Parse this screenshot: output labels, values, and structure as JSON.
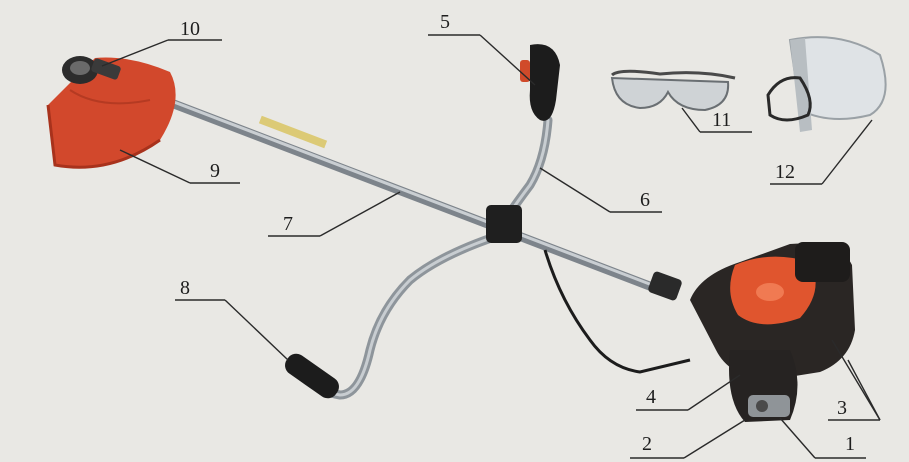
{
  "callouts": [
    {
      "id": "1",
      "label": "1"
    },
    {
      "id": "2",
      "label": "2"
    },
    {
      "id": "3",
      "label": "3"
    },
    {
      "id": "4",
      "label": "4"
    },
    {
      "id": "5",
      "label": "5"
    },
    {
      "id": "6",
      "label": "6"
    },
    {
      "id": "7",
      "label": "7"
    },
    {
      "id": "8",
      "label": "8"
    },
    {
      "id": "9",
      "label": "9"
    },
    {
      "id": "10",
      "label": "10"
    },
    {
      "id": "11",
      "label": "11"
    },
    {
      "id": "12",
      "label": "12"
    }
  ],
  "colors": {
    "background": "#e9e8e4",
    "guard_orange": "#d2482c",
    "engine_orange": "#e0552e",
    "engine_dark": "#2a2624",
    "shaft_metal": "#9aa0a6",
    "handle_dark": "#1c1c1c",
    "leader_line": "#2a2a2a"
  }
}
